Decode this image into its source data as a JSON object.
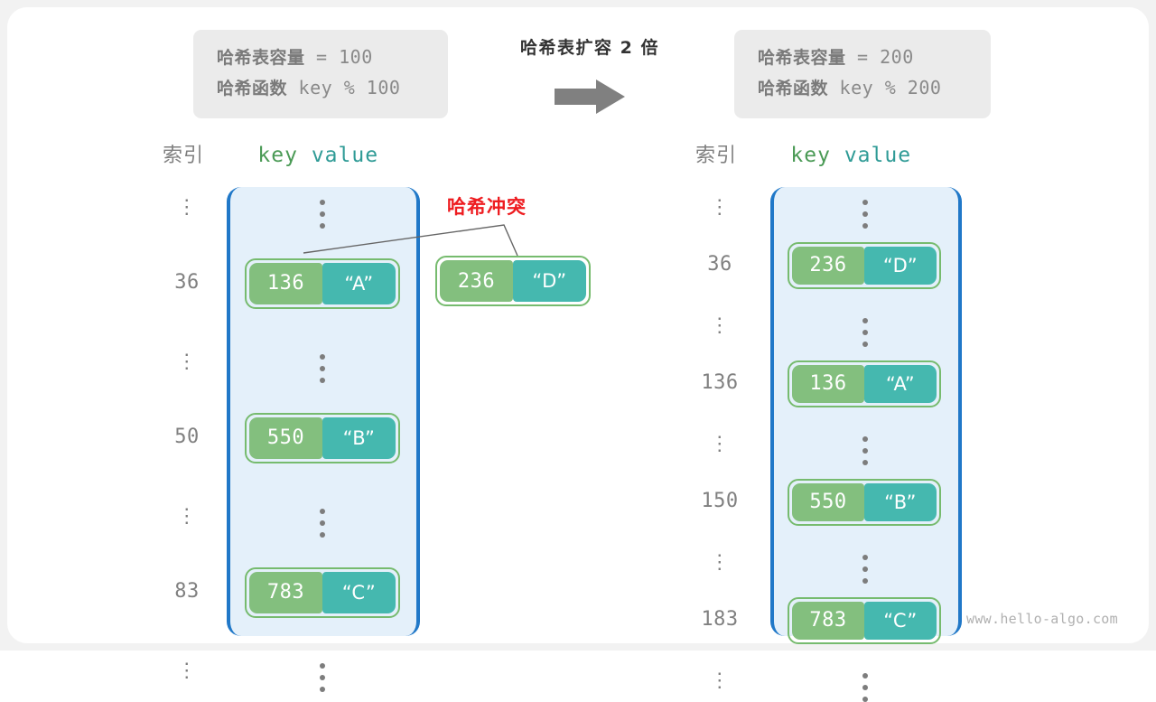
{
  "diagram": {
    "title_center": "哈希表扩容 2 倍",
    "watermark": "www.hello-algo.com"
  },
  "left_panel": {
    "info": {
      "capacity_label": "哈希表容量",
      "capacity_value": " = 100",
      "function_label": "哈希函数",
      "function_value": " key % 100"
    },
    "headers": {
      "index": "索引",
      "key": "key",
      "value": "value"
    },
    "rows": [
      {
        "index": "⋮",
        "type": "dots"
      },
      {
        "index": "36",
        "type": "entry",
        "key": "136",
        "value": "“A”"
      },
      {
        "index": "⋮",
        "type": "dots"
      },
      {
        "index": "50",
        "type": "entry",
        "key": "550",
        "value": "“B”"
      },
      {
        "index": "⋮",
        "type": "dots"
      },
      {
        "index": "83",
        "type": "entry",
        "key": "783",
        "value": "“C”"
      },
      {
        "index": "⋮",
        "type": "dots"
      }
    ]
  },
  "collision": {
    "label": "哈希冲突",
    "floating_entry": {
      "key": "236",
      "value": "“D”"
    }
  },
  "right_panel": {
    "info": {
      "capacity_label": "哈希表容量",
      "capacity_value": " = 200",
      "function_label": "哈希函数",
      "function_value": " key % 200"
    },
    "headers": {
      "index": "索引",
      "key": "key",
      "value": "value"
    },
    "rows": [
      {
        "index": "⋮",
        "type": "dots"
      },
      {
        "index": "36",
        "type": "entry",
        "key": "236",
        "value": "“D”"
      },
      {
        "index": "⋮",
        "type": "dots"
      },
      {
        "index": "136",
        "type": "entry",
        "key": "136",
        "value": "“A”"
      },
      {
        "index": "⋮",
        "type": "dots"
      },
      {
        "index": "150",
        "type": "entry",
        "key": "550",
        "value": "“B”"
      },
      {
        "index": "⋮",
        "type": "dots"
      },
      {
        "index": "183",
        "type": "entry",
        "key": "783",
        "value": "“C”"
      },
      {
        "index": "⋮",
        "type": "dots"
      }
    ]
  },
  "colors": {
    "key_fill": "#83bf7e",
    "value_fill": "#45b8af",
    "pair_border": "#76bb6e",
    "bucket_fill": "#e4f0fa",
    "bucket_border": "#2078c8",
    "collision_red": "#ee1c20",
    "arrow_gray": "#808080",
    "info_bg": "#ebebeb"
  }
}
